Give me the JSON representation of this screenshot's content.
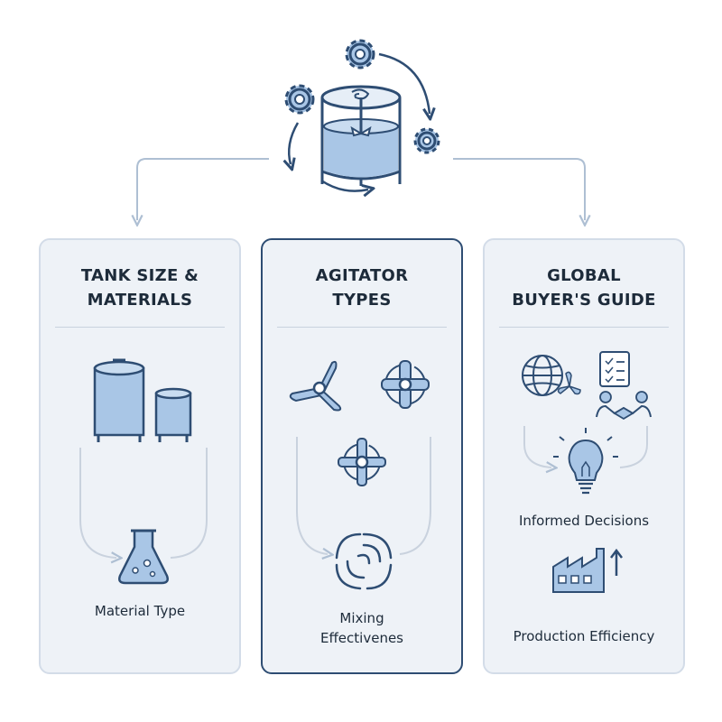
{
  "cards": [
    {
      "title_line1": "TANK SIZE &",
      "title_line2": "MATERIALS",
      "labels": [
        "Material Type"
      ]
    },
    {
      "title_line1": "AGITATOR",
      "title_line2": "TYPES",
      "labels": [
        "Mixing",
        "Effectivenes"
      ]
    },
    {
      "title_line1": "GLOBAL",
      "title_line2": "BUYER'S GUIDE",
      "labels": [
        "Informed Decisions",
        "Production Efficiency"
      ]
    }
  ],
  "icons": {
    "header": "mixing-tank-with-gears-icon",
    "card1": [
      "tall-tank-icon",
      "short-tank-icon",
      "flask-icon"
    ],
    "card2": [
      "propeller-icon",
      "impeller-icon",
      "turbine-icon",
      "swirl-icon"
    ],
    "card3": [
      "globe-icon",
      "checklist-icon",
      "handshake-icon",
      "lightbulb-icon",
      "factory-icon"
    ]
  },
  "colors": {
    "stroke": "#2e4d73",
    "fill": "#a9c6e6",
    "card_bg": "#eef2f7",
    "connector": "#aebfd3"
  }
}
